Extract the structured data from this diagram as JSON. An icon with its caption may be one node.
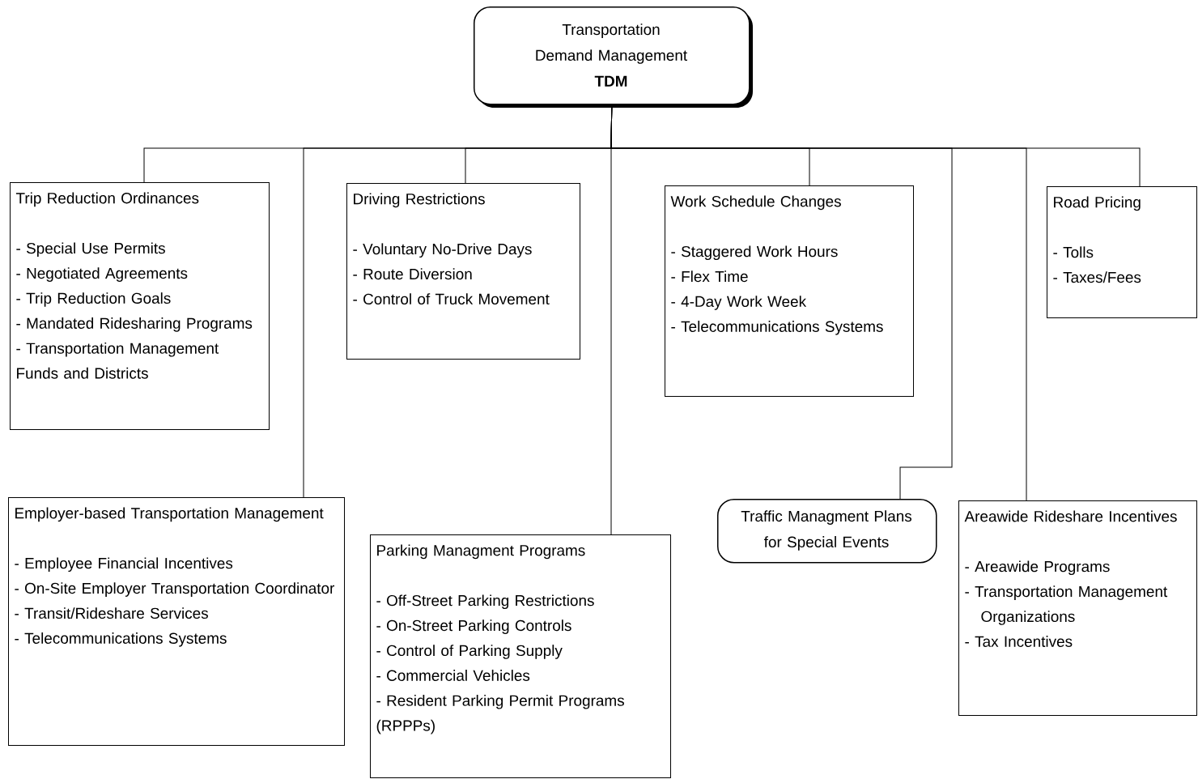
{
  "diagram": {
    "nodes": [
      {
        "text": [
          "Transportation Demand Management",
          "TDM"
        ]
      },
      {
        "text": [
          "Trip Reduction Ordinances",
          "- Special Use Permits",
          "- Negotiated Agreements",
          "- Trip Reduction Goals",
          "- Mandated Ridesharing Programs",
          "- Transportation Management Funds and Districts"
        ]
      },
      {
        "text": [
          "Driving Restrictions",
          "- Voluntary No-Drive Days",
          "- Route Diversion",
          "- Control of Truck Movement"
        ]
      },
      {
        "text": [
          "Work Schedule Changes",
          "- Staggered Work Hours",
          "- Flex Time",
          "- 4-Day Work Week",
          "- Telecommunications Systems"
        ]
      },
      {
        "text": [
          "Road Pricing",
          "- Tolls",
          "- Taxes/Fees"
        ]
      },
      {
        "text": [
          "Employer-based Transportation Management",
          "- Employee Financial Incentives",
          "- On-Site Employer Transportation Coordinator",
          "- Transit/Rideshare Services",
          "- Telecommunications Systems"
        ]
      },
      {
        "text": [
          "Parking Managment Programs",
          "- Off-Street Parking Restrictions",
          "- On-Street Parking Controls",
          "- Control of Parking Supply",
          "- Commercial Vehicles",
          "- Resident Parking Permit Programs (RPPPs)"
        ]
      },
      {
        "text": [
          "Traffic Managment Plans for Special Events"
        ]
      },
      {
        "text": [
          "Areawide Rideshare Incentives",
          "- Areawide Programs",
          "- Transportation Management Organizations",
          "- Tax Incentives"
        ]
      }
    ],
    "edges": [
      {
        "from": 0,
        "to": 1,
        "arrow": "none"
      },
      {
        "from": 0,
        "to": 5,
        "arrow": "none"
      },
      {
        "from": 0,
        "to": 2,
        "arrow": "none"
      },
      {
        "from": 0,
        "to": 6,
        "arrow": "none"
      },
      {
        "from": 0,
        "to": 3,
        "arrow": "none"
      },
      {
        "from": 0,
        "to": 7,
        "arrow": "none"
      },
      {
        "from": 0,
        "to": 8,
        "arrow": "none"
      },
      {
        "from": 0,
        "to": 4,
        "arrow": "none"
      }
    ]
  }
}
